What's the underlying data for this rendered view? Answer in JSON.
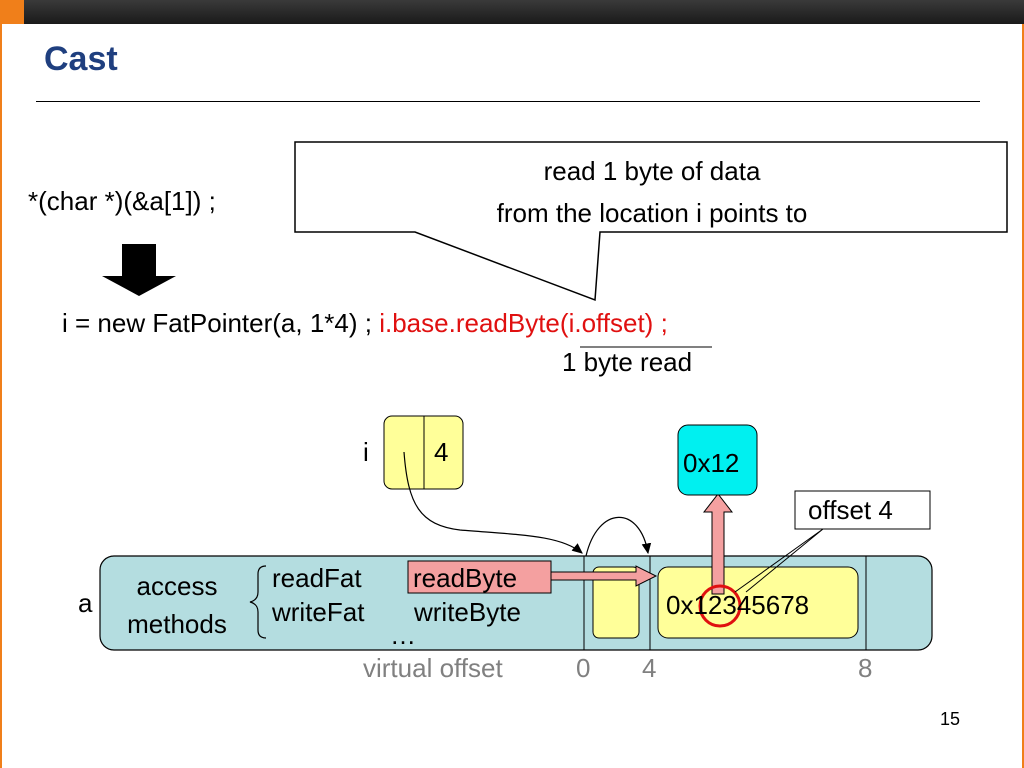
{
  "slide": {
    "title": "Cast",
    "page_number": "15"
  },
  "code": {
    "original": "*(char *)(&a[1]) ;",
    "translated_prefix": "i = new FatPointer(a, 1*4) ; ",
    "translated_red_1": "i.base.",
    "translated_red_2": "readByte",
    "translated_red_3": "(i.offset) ;",
    "note": "1 byte read"
  },
  "callout": {
    "line1": "read 1 byte of data",
    "line2": "from the location i points to"
  },
  "pointer_i": {
    "label": "i",
    "offset_value": "4"
  },
  "read_result": {
    "value": "0x12",
    "offset_label": "offset 4"
  },
  "object_a": {
    "label": "a",
    "access_label_1": "access",
    "access_label_2": "methods",
    "method_read_fat": "readFat",
    "method_write_fat": "writeFat",
    "method_read_byte": "readByte",
    "method_write_byte": "writeByte",
    "method_more": "…",
    "data_value": "0x12345678"
  },
  "axis": {
    "label": "virtual offset",
    "tick_0": "0",
    "tick_4": "4",
    "tick_8": "8"
  },
  "colors": {
    "title": "#1f3f7f",
    "accent": "#f07f1a",
    "object_fill": "#b4dde0",
    "cell_fill": "#ffff99",
    "result_fill": "#00f0f0",
    "arrow_fill": "#f4a0a0",
    "highlight_red": "#e01010"
  }
}
